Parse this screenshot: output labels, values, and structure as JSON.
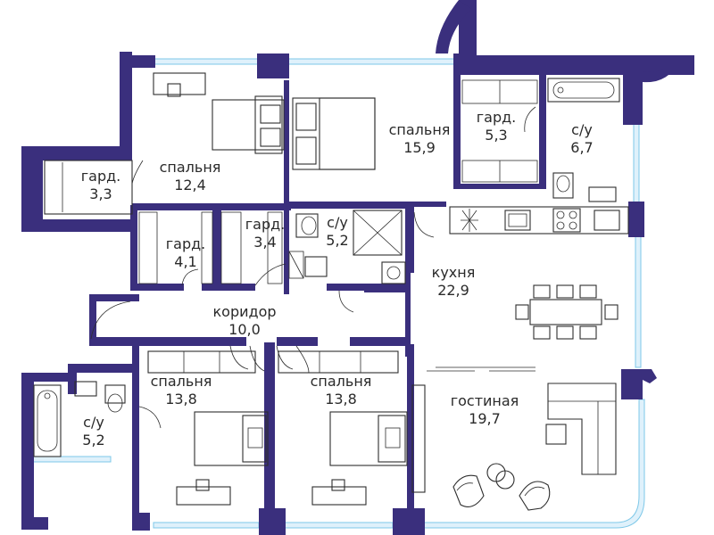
{
  "rooms": [
    {
      "id": "bedroom-1",
      "name": "спальня",
      "area": "12,4"
    },
    {
      "id": "bedroom-2",
      "name": "спальня",
      "area": "15,9"
    },
    {
      "id": "wardrobe-1",
      "name": "гард.",
      "area": "3,3"
    },
    {
      "id": "wardrobe-2",
      "name": "гард.",
      "area": "5,3"
    },
    {
      "id": "bathroom-1",
      "name": "с/у",
      "area": "6,7"
    },
    {
      "id": "wardrobe-3",
      "name": "гард.",
      "area": "4,1"
    },
    {
      "id": "wardrobe-4",
      "name": "гард.",
      "area": "3,4"
    },
    {
      "id": "bathroom-2",
      "name": "с/у",
      "area": "5,2"
    },
    {
      "id": "kitchen",
      "name": "кухня",
      "area": "22,9"
    },
    {
      "id": "corridor",
      "name": "коридор",
      "area": "10,0"
    },
    {
      "id": "bedroom-3",
      "name": "спальня",
      "area": "13,8"
    },
    {
      "id": "bedroom-4",
      "name": "спальня",
      "area": "13,8"
    },
    {
      "id": "bathroom-3",
      "name": "с/у",
      "area": "5,2"
    },
    {
      "id": "living-room",
      "name": "гостиная",
      "area": "19,7"
    }
  ],
  "colors": {
    "wall": "#3a2f7d",
    "glass": "#7ec8e8"
  }
}
